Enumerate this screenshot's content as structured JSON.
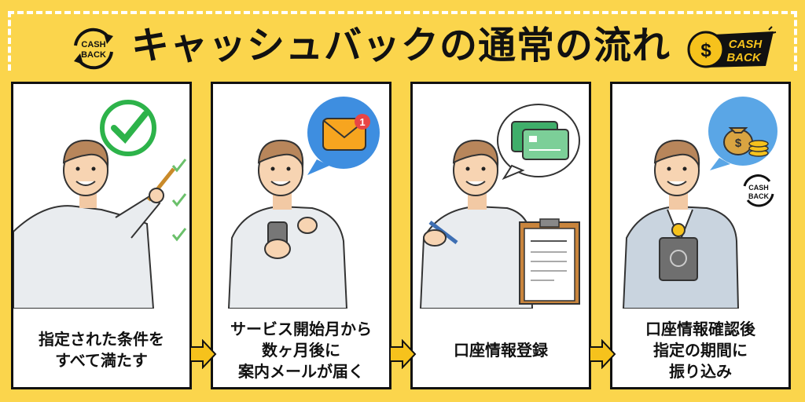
{
  "header": {
    "title": "キャッシュバックの通常の流れ",
    "badge_left_line1": "CASH",
    "badge_left_line2": "BACK",
    "badge_right_line1": "CASH",
    "badge_right_line2": "BACK"
  },
  "steps": [
    {
      "lines": [
        "指定された条件を",
        "すべて満たす"
      ],
      "icon": "check-icon"
    },
    {
      "lines": [
        "サービス開始月から",
        "数ヶ月後に",
        "案内メールが届く"
      ],
      "icon": "mail-icon",
      "badge": "1"
    },
    {
      "lines": [
        "口座情報登録"
      ],
      "icon": "credit-card-icon"
    },
    {
      "lines": [
        "口座情報確認後",
        "指定の期間に",
        "振り込み"
      ],
      "icon": "money-bag-icon",
      "badge_line1": "CASH",
      "badge_line2": "BACK"
    }
  ],
  "colors": {
    "background": "#fbd54c",
    "accent": "#f6c21c",
    "check": "#2db34a",
    "mail": "#f7a51f",
    "bubble": "#5aa6e6"
  }
}
